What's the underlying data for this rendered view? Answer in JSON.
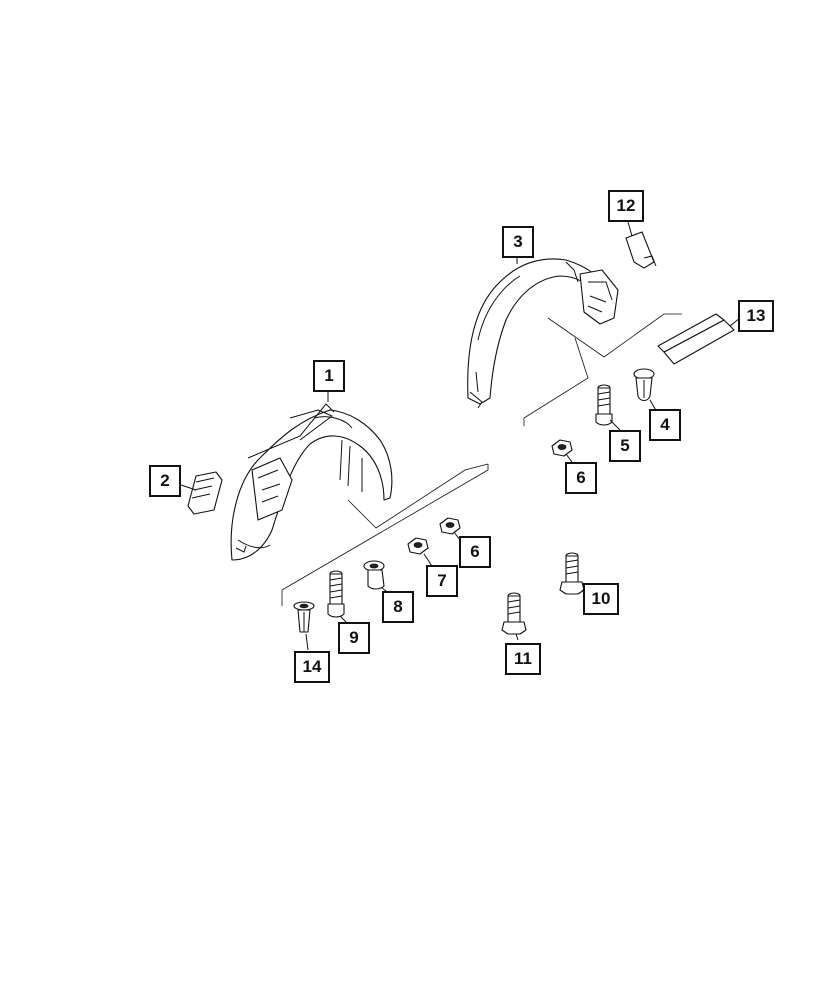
{
  "callouts": {
    "c1": "1",
    "c2": "2",
    "c3": "3",
    "c4": "4",
    "c5": "5",
    "c6a": "6",
    "c6b": "6",
    "c7": "7",
    "c8": "8",
    "c9": "9",
    "c10": "10",
    "c11": "11",
    "c12": "12",
    "c13": "13",
    "c14": "14"
  }
}
